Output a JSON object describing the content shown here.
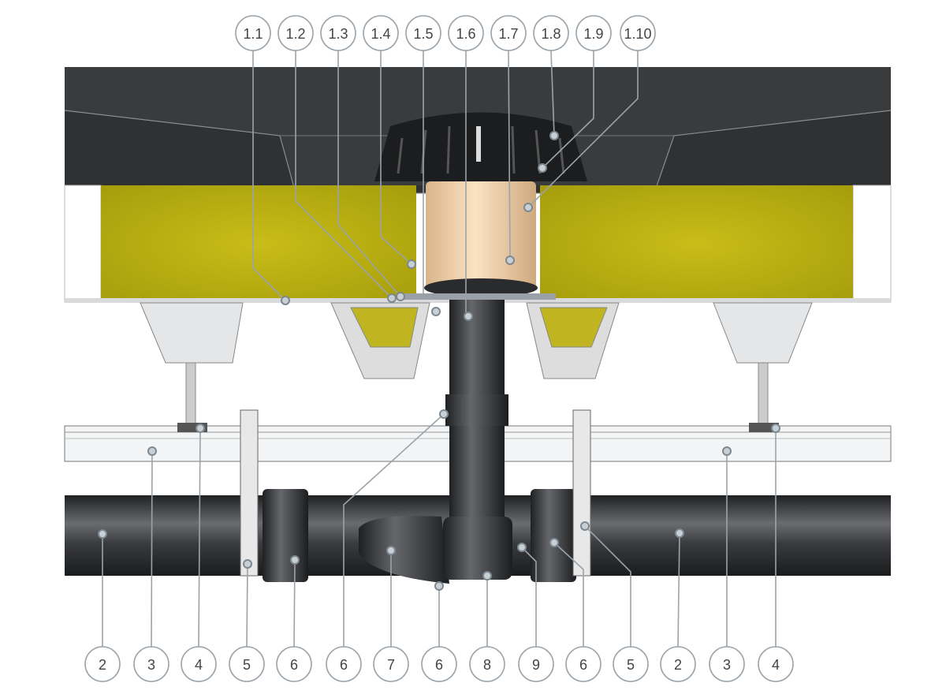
{
  "top_callouts": [
    "1.1",
    "1.2",
    "1.3",
    "1.4",
    "1.5",
    "1.6",
    "1.7",
    "1.8",
    "1.9",
    "1.10"
  ],
  "bottom_callouts": [
    "2",
    "3",
    "4",
    "5",
    "6",
    "6",
    "7",
    "6",
    "8",
    "9",
    "6",
    "5",
    "2",
    "3",
    "4"
  ],
  "colors": {
    "roof": "#3a3b3d",
    "insulation": "#b5ac10",
    "pipe": "#2d2e30",
    "sleeve": "#f0cfa6",
    "rail": "#eef0f1",
    "leader": "#9aa3aa"
  }
}
